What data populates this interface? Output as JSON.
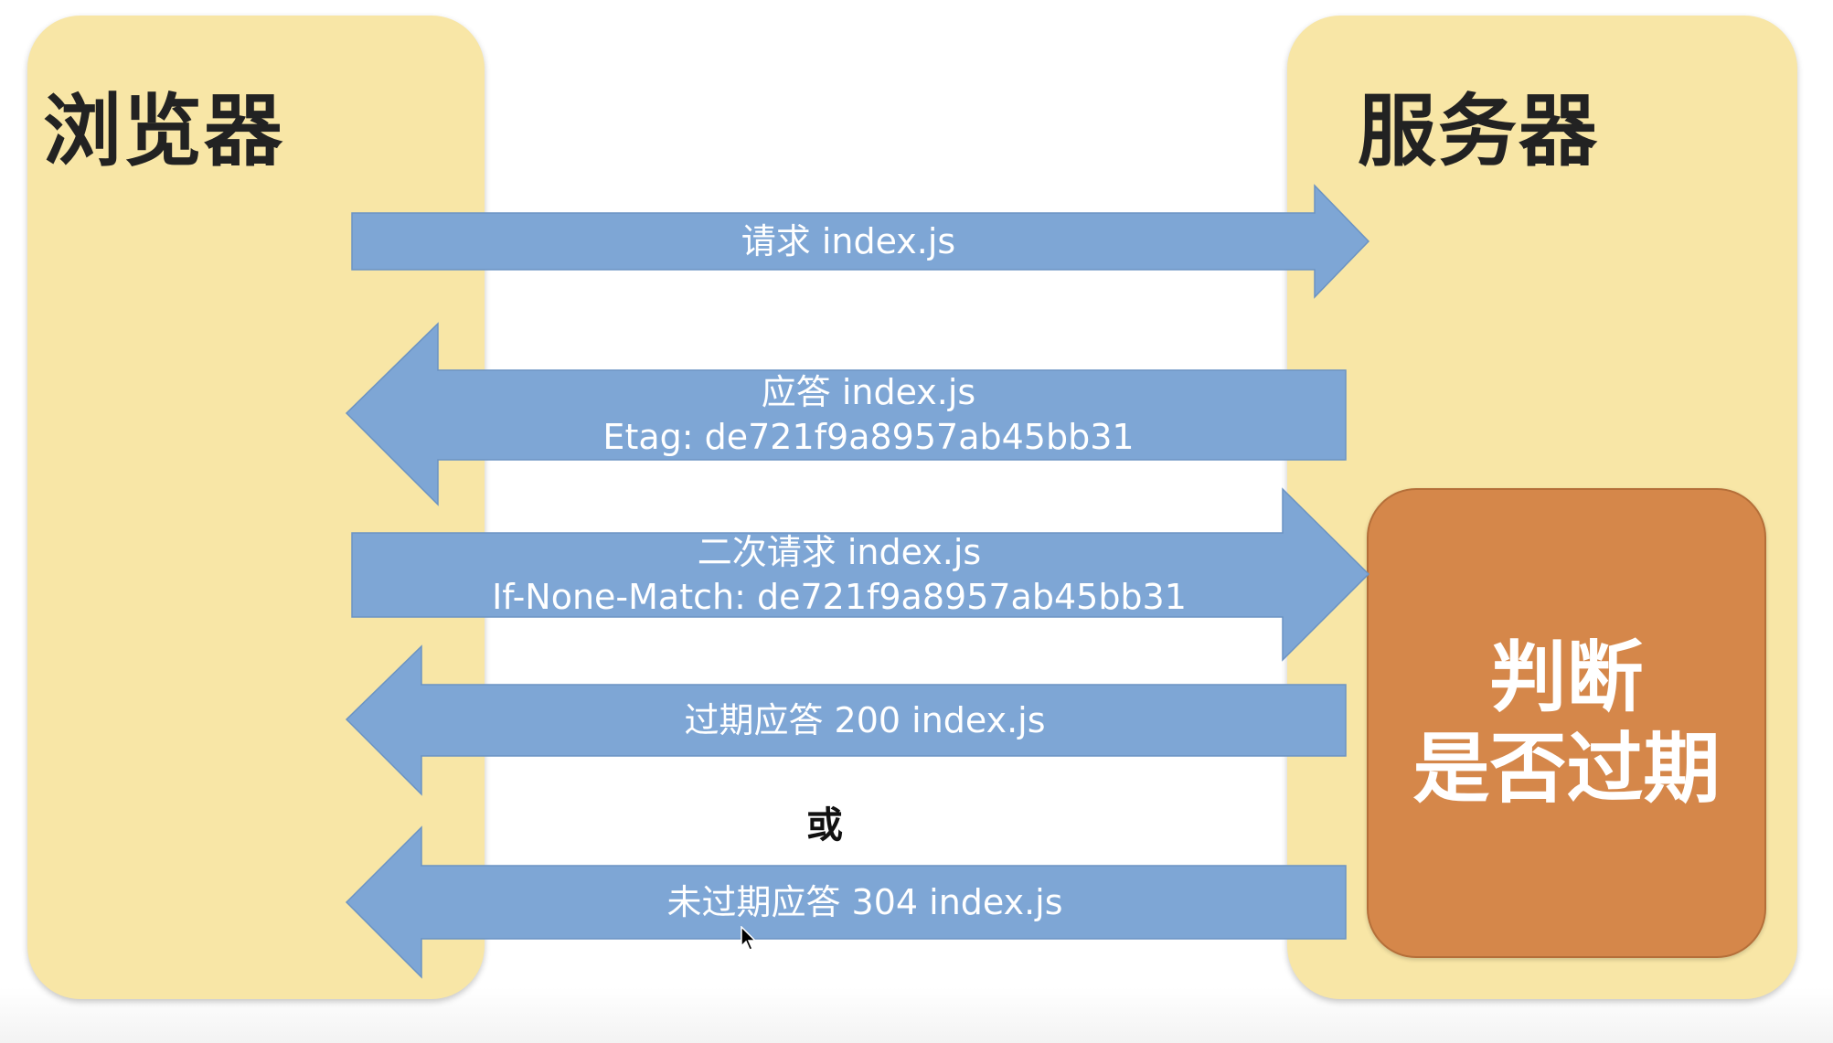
{
  "browser": {
    "title": "浏览器"
  },
  "server": {
    "title": "服务器"
  },
  "judge": {
    "line1": "判断",
    "line2": "是否过期"
  },
  "messages": [
    {
      "direction": "to-server",
      "line1": "请求 index.js",
      "line2": ""
    },
    {
      "direction": "to-browser",
      "line1": "应答 index.js",
      "line2": "Etag: de721f9a8957ab45bb31"
    },
    {
      "direction": "to-server",
      "line1": "二次请求 index.js",
      "line2": "If-None-Match: de721f9a8957ab45bb31"
    },
    {
      "direction": "to-browser",
      "line1": "过期应答  200 index.js",
      "line2": ""
    },
    {
      "direction": "to-browser",
      "line1": "未过期应答  304 index.js",
      "line2": ""
    }
  ],
  "or_label": "或",
  "colors": {
    "panel": "#f8e6a6",
    "arrow": "#7ea6d5",
    "judge_box": "#d5874a"
  },
  "icons": {
    "cursor": "cursor-icon"
  }
}
